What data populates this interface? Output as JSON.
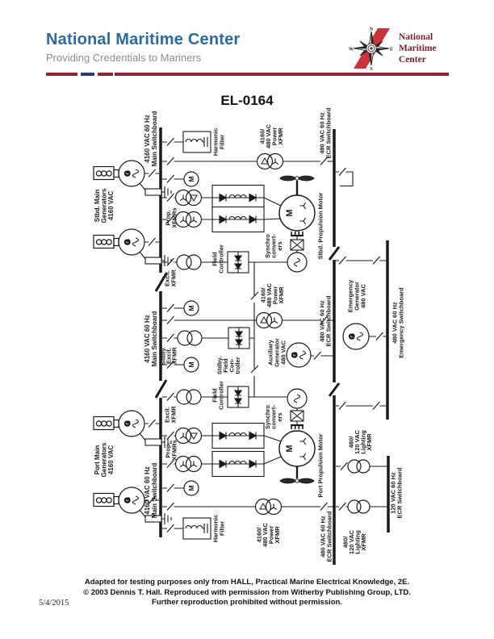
{
  "header": {
    "title": "National Maritime Center",
    "tagline": "Providing Credentials to Mariners",
    "logo": {
      "line1": "National",
      "line2": "Maritime",
      "line3": "Center",
      "compass_n": "N",
      "compass_e": "E",
      "compass_s": "S",
      "compass_w": "W"
    }
  },
  "drawing_number": "EL-0164",
  "diagram": {
    "labels": {
      "main_switchboard": "4160 VAC 60 Hz\nMain Switchboard",
      "ecr_switchboard_480": "480 VAC 60 Hz\nECR Switchboard",
      "ecr_switchboard_120": "120 VAC 60 Hz\nECR Switchboard",
      "emergency_switchboard": "480 VAC 60 Hz\nEmergency Switchboard",
      "stbd_main_generators": "Stbd. Main\nGenerators\n4160 VAC",
      "port_main_generators": "Port Main\nGenerators\n4160 VAC",
      "harmonic_filter": "Harmonic\nFilter",
      "power_xfmr": "4160/\n480 VAC\nPower\nXFMR",
      "lighting_xfmr": "480/\n120 VAC\nLighting\nXFMR",
      "prop_xfmrs": "Prop.\nXFMRs",
      "excit_xfmr": "Excit.\nXFMR",
      "stdby_excit_xfmr": "Stdby.\nExcit.\nXFMR",
      "field_controller": "Field\nController",
      "stdby_field_controller": "Stdby.\nField\nCon-\ntroller",
      "synchro_converters": "Synchro\nconvert-\ners",
      "stbd_propulsion_motor": "Stbd. Propulsion Motor",
      "port_propulsion_motor": "Port Propulsion Motor",
      "emergency_generator": "Emergency\nGenerator\n480 VAC",
      "auxiliary_generator": "Auxiliary\nGenerator\n480 VAC",
      "generator_symbol": "G",
      "motor_symbol": "M"
    }
  },
  "footer": {
    "line1": "Adapted for testing purposes only from HALL, Practical Marine Electrical Knowledge, 2E.",
    "line2": "© 2003 Dennis T. Hall. Reproduced with permission from Witherby Publishing Group, LTD.",
    "line3": "Further reproduction prohibited without permission.",
    "date": "5/4/2015"
  },
  "colors": {
    "title_blue": "#2c6aa0",
    "tagline_gray": "#8c8c8c",
    "rule_red": "#8b2733",
    "rule_blue": "#2c3e70",
    "logo_text_red": "#7b1c24",
    "stripe_red": "#c9343c",
    "diagram_line": "#1a1a1a"
  }
}
